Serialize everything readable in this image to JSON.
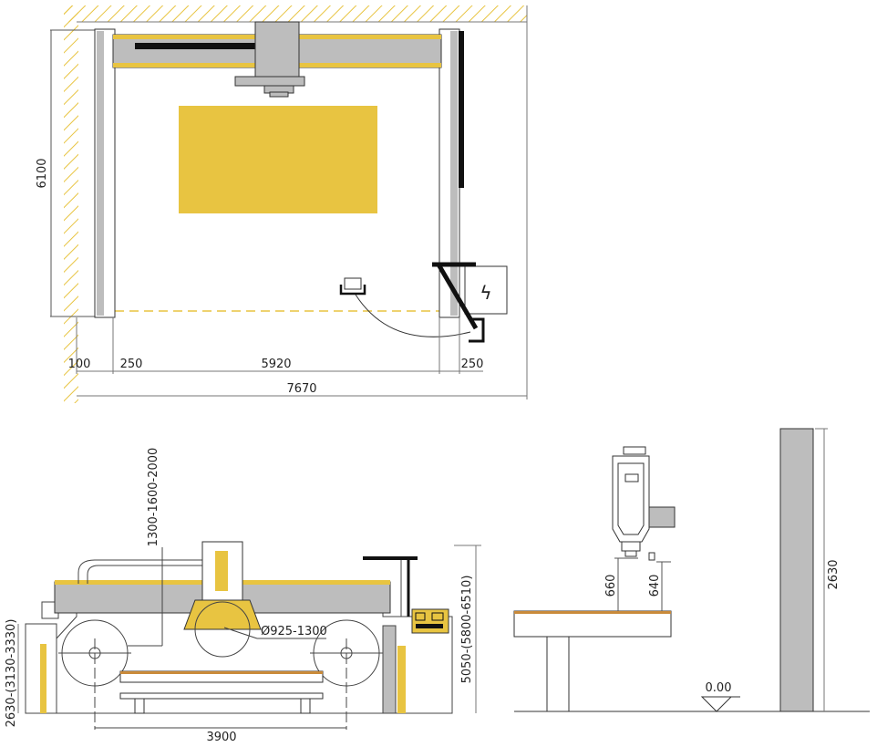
{
  "colors": {
    "accent": "#E8C441",
    "gray": "#BDBDBD",
    "line": "#333333",
    "hatch": "#E8C441",
    "wood": "#C98A3A"
  },
  "plan_view": {
    "dims": {
      "height": "6100",
      "left_gap": "100",
      "left_col": "250",
      "span": "5920",
      "right_col": "250",
      "total": "7670"
    },
    "icons": [
      "lightning-icon"
    ]
  },
  "front_view": {
    "dims": {
      "stroke": "1300-1600-2000",
      "blade": "Ø925-1300",
      "total_height": "5050-(5800-6510)",
      "side_height": "2630-(3130-3330)",
      "rail_span": "3900"
    }
  },
  "side_view": {
    "dims": {
      "clearance_a": "660",
      "clearance_b": "640",
      "level": "0.00",
      "column_height": "2630"
    }
  }
}
